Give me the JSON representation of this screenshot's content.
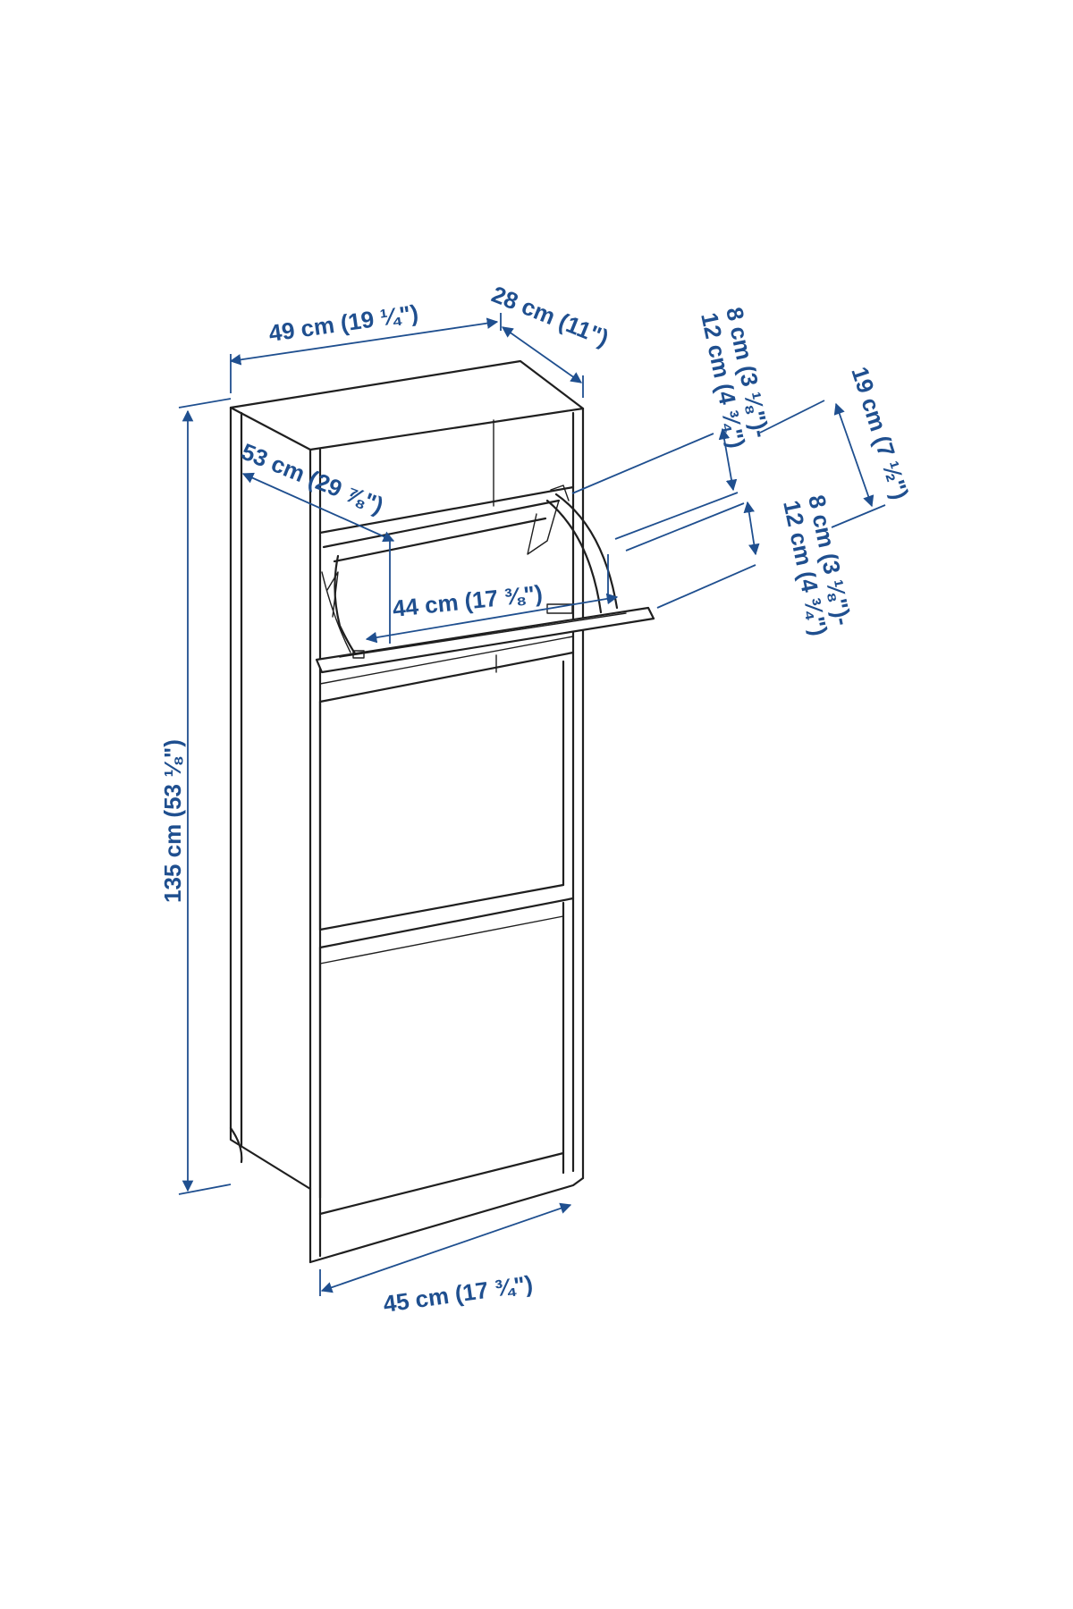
{
  "dimensions": {
    "top_width": "49 cm (19 ¼\")",
    "top_depth": "28 cm (11\")",
    "height": "135 cm (53 ⅛\")",
    "flap_open_diagonal": "53 cm (29 ⅞\")",
    "inner_width": "44 cm (17 ⅜\")",
    "bottom_width": "45 cm (17 ¾\")",
    "upper_opening_line1": "8 cm (3 ⅛\")-",
    "upper_opening_line2": "12 cm (4 ¾\")",
    "lower_opening_line1": "8 cm (3 ⅛\")-",
    "lower_opening_line2": "12 cm (4 ¾\")",
    "compartment_height": "19 cm (7 ½\")"
  },
  "colors": {
    "dimension": "#1f4f8f",
    "outline": "#1f1f1f"
  }
}
